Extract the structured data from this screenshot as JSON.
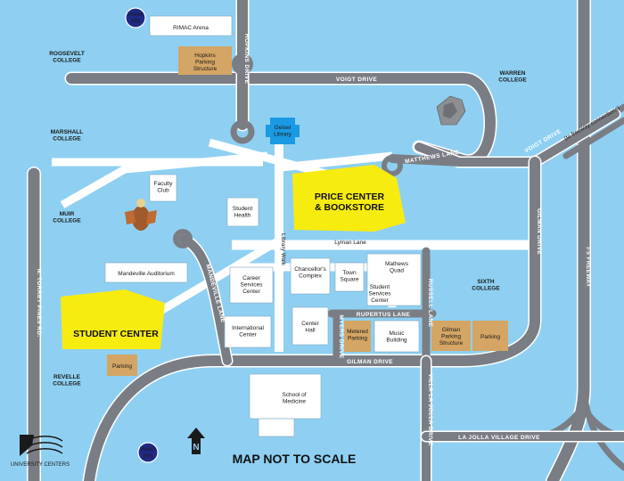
{
  "colors": {
    "background": "#8fd0f2",
    "road": "#7a7e84",
    "road_edge": "#ffffff",
    "walkway": "#ffffff",
    "building": "#ffffff",
    "building_stroke": "#7fa6bf",
    "highlight": "#f7ec0f",
    "parking": "#d4a564",
    "library": "#1a9ae3",
    "visitor": "#1f2a85"
  },
  "colleges": {
    "roosevelt": "ROOSEVELT\nCOLLEGE",
    "marshall": "MARSHALL\nCOLLEGE",
    "muir": "MUIR\nCOLLEGE",
    "revelle": "REVELLE\nCOLLEGE",
    "warren": "WARREN\nCOLLEGE",
    "sixth": "SIXTH\nCOLLEGE"
  },
  "roads": {
    "hopkins": "HOPKINS DRIVE",
    "voigt": "VOIGT DRIVE",
    "voigt_east": "VOIGT DRIVE",
    "voigt_note": "(to freeway connections)",
    "matthews": "MATTHEWS LANE",
    "torrey": "N. TORREY PINES RD.",
    "mandeville": "MANDEVILLE LANE",
    "gilman": "GILMAN DRIVE",
    "gilman_east": "GILMAN DRIVE",
    "myers": "MYERS DRIVE",
    "rupertus": "RUPERTUS LANE",
    "russell": "RUSSELL LANE",
    "villa": "VILLA LA JOLLA DRIVE",
    "lajolla": "LA JOLLA VILLAGE DRIVE",
    "freeway": "I-5 FREEWAY",
    "lyman": "Lyman Lane",
    "library_walk": "Library Walk"
  },
  "buildings": {
    "rimac": "RIMAC Arena",
    "hopkins_parking": "Hopkins\nParking\nStructure",
    "geisel": "Geisel\nLibrary",
    "faculty_club": "Faculty\nClub",
    "student_health": "Student\nHealth",
    "mandeville_aud": "Mandeville Auditorium",
    "career": "Career\nServices\nCenter",
    "chancellor": "Chancellor's\nComplex",
    "town_square": "Town\nSquare",
    "mathews_quad": "Mathews\nQuad",
    "student_services": "Student\nServices\nCenter",
    "international": "International\nCenter",
    "center_hall": "Center\nHall",
    "metered_parking": "Metered\nParking",
    "music": "Music\nBuilding",
    "gilman_parking": "Gilman\nParking\nStructure",
    "parking_east": "Parking",
    "parking_revelle": "Parking",
    "medicine": "School of\nMedicine"
  },
  "highlights": {
    "price_center": "PRICE CENTER\n& BOOKSTORE",
    "student_center": "STUDENT CENTER"
  },
  "visitor_info": "Visitor\nInfo",
  "logo_text": "UNIVERSITY CENTERS",
  "north_symbol": "N",
  "footer": "MAP NOT TO SCALE",
  "icons": [
    "visitor-info-icon",
    "sun-god-statue-icon",
    "triton-mascot-icon",
    "north-arrow-icon",
    "university-centers-logo-icon"
  ]
}
